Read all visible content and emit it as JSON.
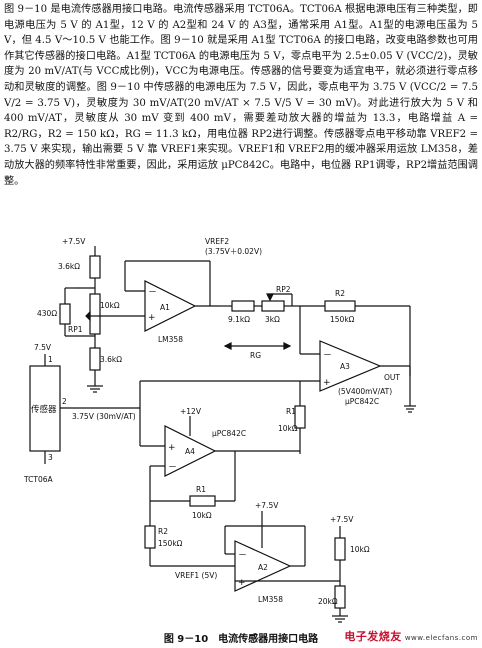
{
  "paragraph": "图 9－10 是电流传感器用接口电路。电流传感器采用 TCT06A。TCT06A 根据电源电压有三种类型，即电源电压为 5 V 的 A1型，12 V 的 A2型和 24 V 的 A3型，通常采用 A1型。A1型的电源电压虽为 5 V，但 4.5 V～10.5 V 也能工作。图 9－10 就是采用 A1型 TCT06A 的接口电路，改变电路参数也可用作其它传感器的接口电路。A1型 TCT06A 的电源电压为 5 V，零点电平为 2.5±0.05 V (VCC/2)，灵敏度为 20 mV/AT(与 VCC成比例)，VCC为电源电压。传感器的信号要变为适宜电平，就必须进行零点移动和灵敏度的调整。图 9－10 中传感器的电源电压为 7.5 V，因此，零点电平为 3.75 V (VCC/2 = 7.5 V/2 = 3.75 V)，灵敏度为 30 mV/AT(20 mV/AT × 7.5 V/5 V = 30 mV)。对此进行放大为 5 V 和 400 mV/AT，灵敏度从 30 mV 变到 400 mV，需要差动放大器的增益为 13.3，电路增益 A = R2/RG，R2 = 150 kΩ，RG = 11.3 kΩ，用电位器 RP2进行调整。传感器零点电平移动靠 VREF2 = 3.75 V 来实现，输出需要 5 V 靠 VREF1来实现。VREF1和 VREF2用的缓冲器采用运放 LM358，差动放大器的频率特性非常重要，因此，采用运放 μPC842C。电路中，电位器 RP1调零，RP2增益范围调整。",
  "circuit": {
    "supply_top": "+7.5V",
    "r_top": "3.6kΩ",
    "r_left": "430Ω",
    "rp1": "RP1",
    "r_rp1": "10kΩ",
    "r_bottom": "3.6kΩ",
    "a1": "A1",
    "lm358_a1": "LM358",
    "vref2": "VREF2",
    "vref2_value": "(3.75V＋0.02V)",
    "r_91k": "9.1kΩ",
    "rp2": "RP2",
    "r_3k": "3kΩ",
    "r2_top": "R2",
    "r2_top_value": "150kΩ",
    "rg": "RG",
    "v75": "7.5V",
    "sensor": "传感器",
    "pin1": "1",
    "pin2": "2",
    "pin3": "3",
    "sensor_signal": "3.75V (30mV/AT)",
    "sensor_part": "TCT06A",
    "plus12v": "+12V",
    "upc842c_a4": "μPC842C",
    "a4": "A4",
    "r1_right": "R1",
    "r1_right_value": "10kΩ",
    "a3": "A3",
    "out": "OUT",
    "out_value": "(5V400mV/AT)",
    "upc842c_a3": "μPC842C",
    "r1_bottom": "R1",
    "r1_bottom_value": "10kΩ",
    "plus75v_mid": "+7.5V",
    "r2_bottom": "R2",
    "r2_bottom_value": "150kΩ",
    "vref1": "VREF1 (5V)",
    "a2": "A2",
    "lm358_a2": "LM358",
    "plus75v_right": "+7.5V",
    "r_10k_right": "10kΩ",
    "r_20k": "20kΩ",
    "plus_sign": "+",
    "minus_sign": "－"
  },
  "caption": "图 9－10　电流传感器用接口电路",
  "logo": "电子发烧友",
  "logo_url": "www.elecfans.com"
}
